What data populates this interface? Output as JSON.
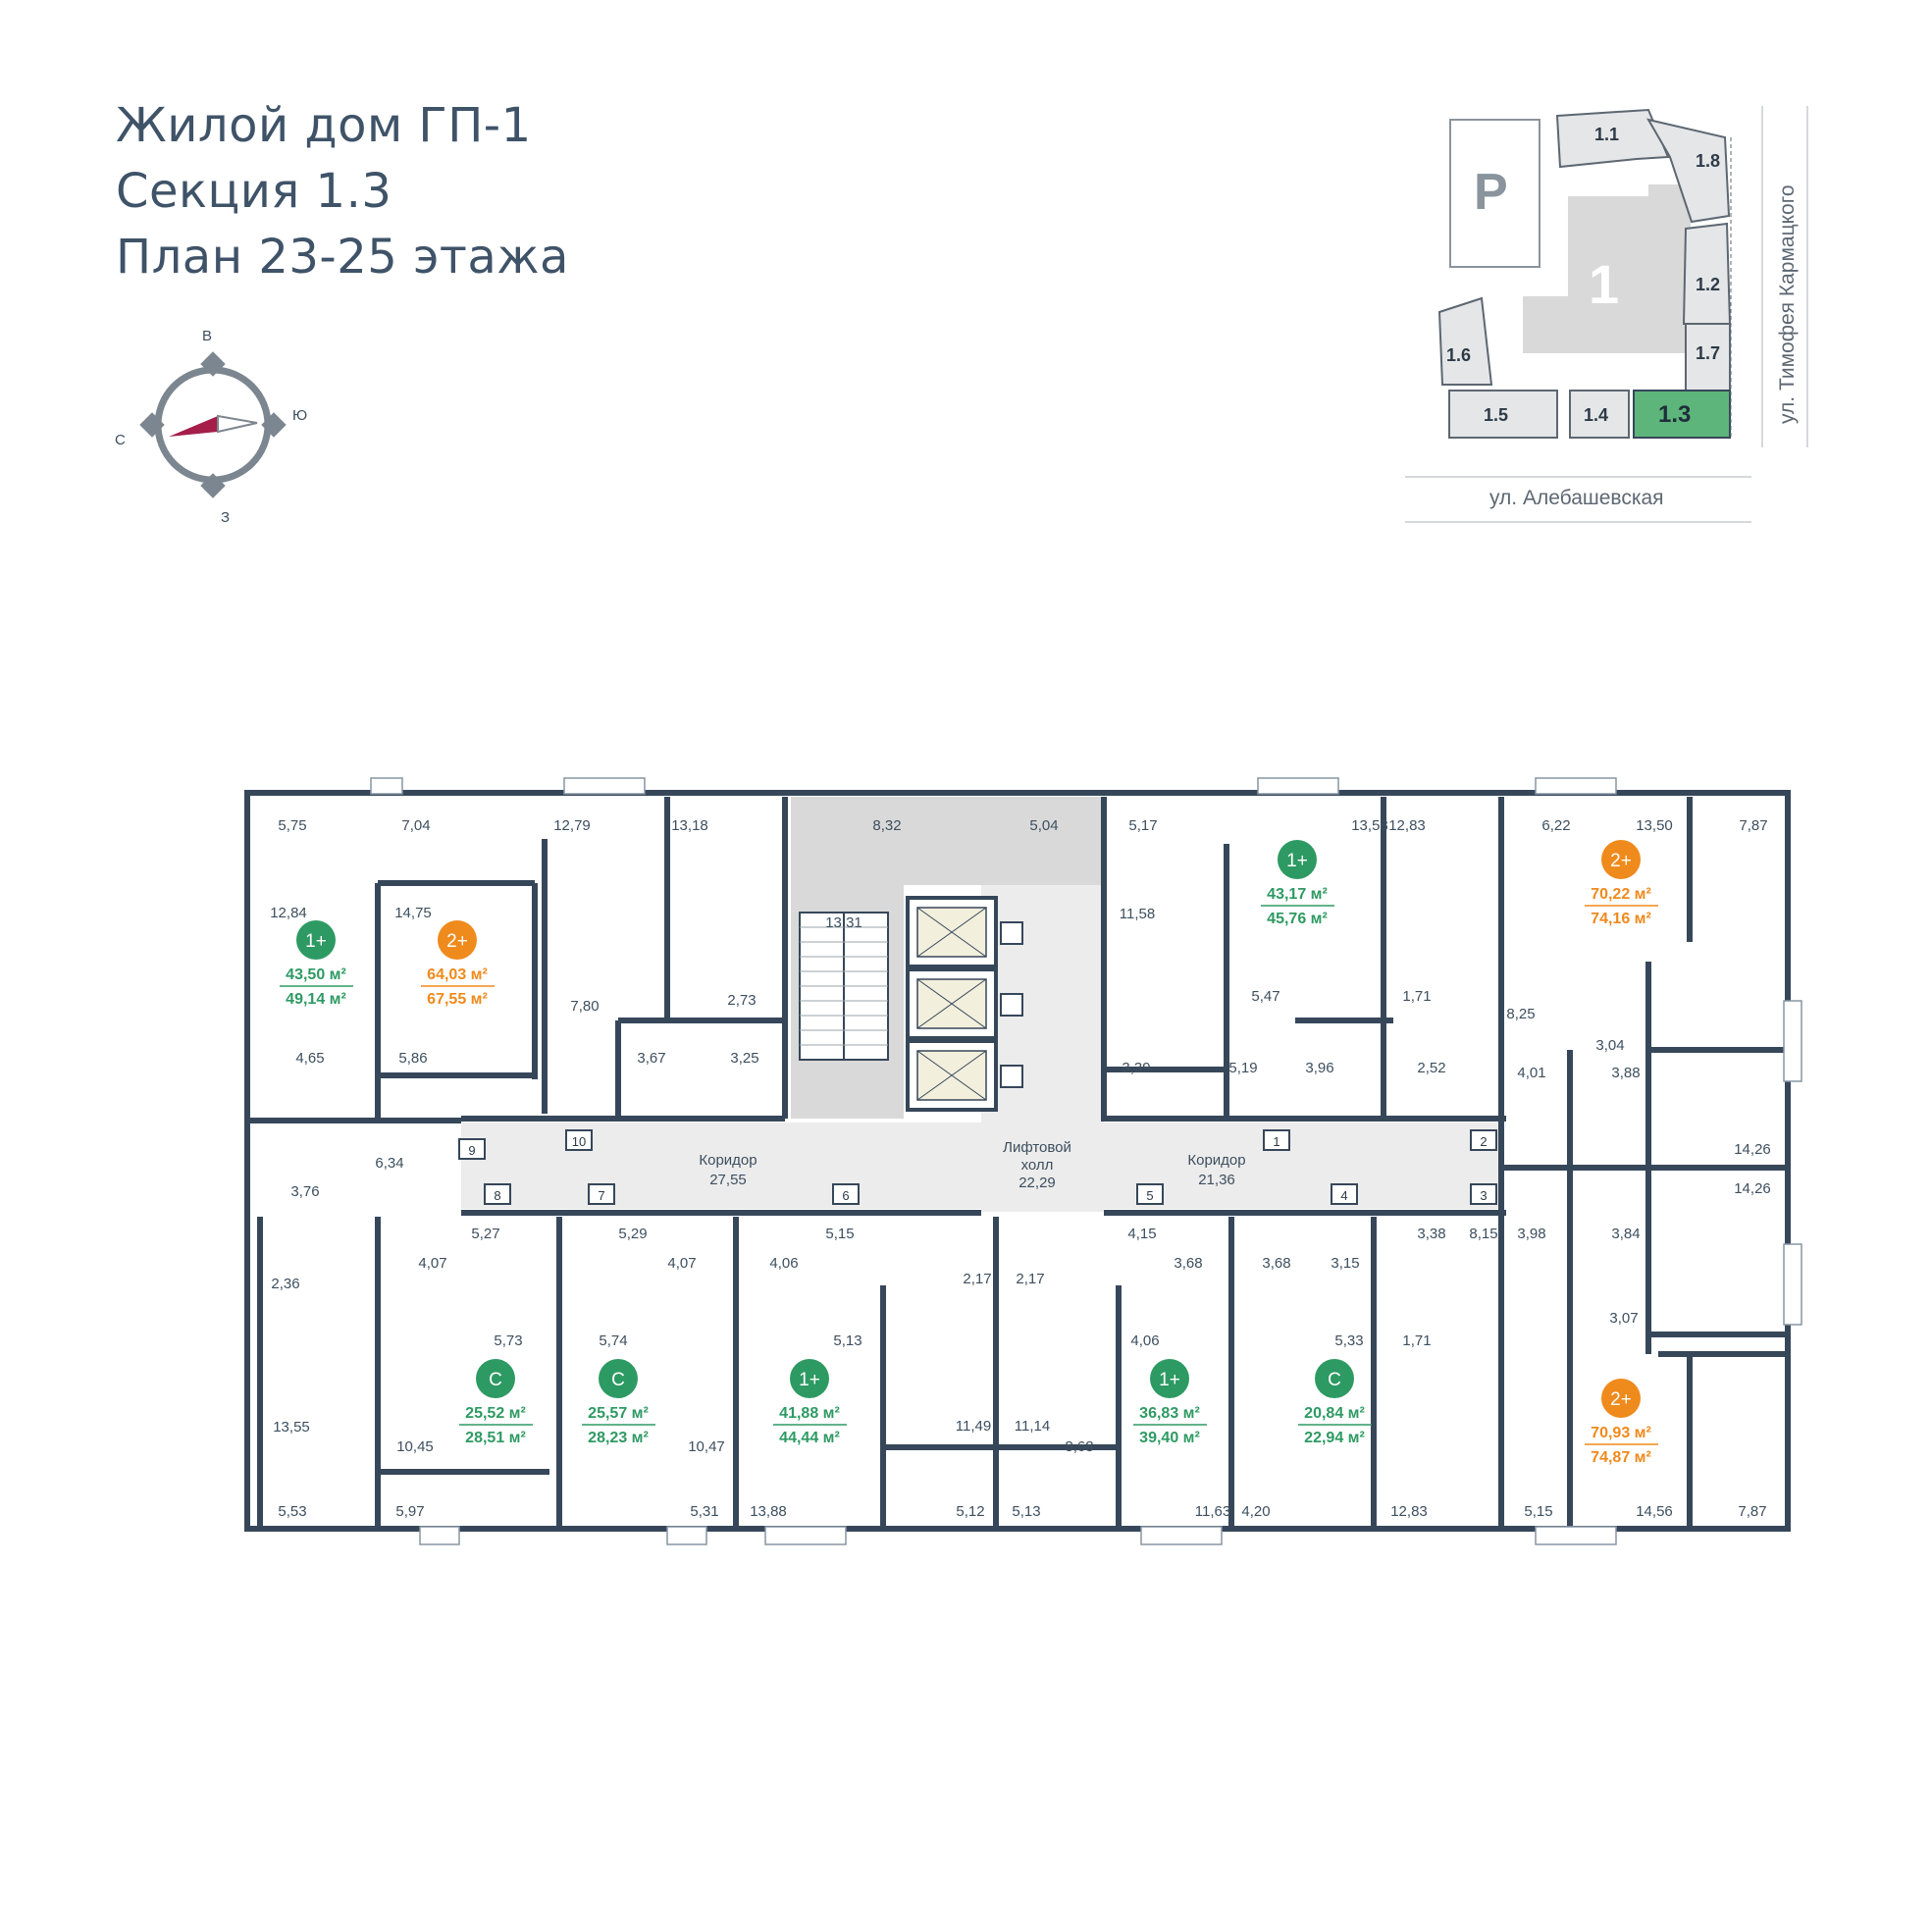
{
  "header": {
    "line1": "Жилой дом ГП-1",
    "line2": "Секция 1.3",
    "line3": "План 23-25 этажа"
  },
  "compass": {
    "north": "В",
    "east": "Ю",
    "south": "З",
    "west": "С"
  },
  "site_plan": {
    "parking": "P",
    "building": "1",
    "sections": [
      "1.1",
      "1.8",
      "1.2",
      "1.7",
      "1.6",
      "1.5",
      "1.4",
      "1.3"
    ],
    "active_section": "1.3",
    "street_bottom": "ул. Алебашевская",
    "street_right": "ул. Тимофея Кармацкого"
  },
  "colors": {
    "wall": "#37475a",
    "green": "#2e9a63",
    "orange": "#ef8a1c",
    "core": "#d9d9d9",
    "active": "#5db57b"
  },
  "apartments": [
    {
      "type": "1+",
      "color": "green",
      "area_living": "43,50 м²",
      "area_total": "49,14 м²"
    },
    {
      "type": "2+",
      "color": "orange",
      "area_living": "64,03 м²",
      "area_total": "67,55 м²"
    },
    {
      "type": "1+",
      "color": "green",
      "area_living": "43,17 м²",
      "area_total": "45,76 м²"
    },
    {
      "type": "2+",
      "color": "orange",
      "area_living": "70,22 м²",
      "area_total": "74,16 м²"
    },
    {
      "type": "С",
      "color": "green",
      "area_living": "25,52 м²",
      "area_total": "28,51 м²"
    },
    {
      "type": "С",
      "color": "green",
      "area_living": "25,57 м²",
      "area_total": "28,23 м²"
    },
    {
      "type": "1+",
      "color": "green",
      "area_living": "41,88 м²",
      "area_total": "44,44 м²"
    },
    {
      "type": "1+",
      "color": "green",
      "area_living": "36,83 м²",
      "area_total": "39,40 м²"
    },
    {
      "type": "С",
      "color": "green",
      "area_living": "20,84 м²",
      "area_total": "22,94 м²"
    },
    {
      "type": "2+",
      "color": "orange",
      "area_living": "70,93 м²",
      "area_total": "74,87 м²"
    }
  ],
  "common_areas": [
    {
      "name": "Коридор",
      "area": "27,55"
    },
    {
      "name": "Лифтовой холл",
      "area": "22,29"
    },
    {
      "name": "Коридор",
      "area": "21,36"
    }
  ],
  "door_numbers": [
    "1",
    "2",
    "3",
    "4",
    "5",
    "6",
    "7",
    "8",
    "9",
    "10"
  ],
  "room_areas": [
    "5,75",
    "7,04",
    "12,79",
    "13,18",
    "8,32",
    "5,04",
    "5,17",
    "13,58",
    "12,83",
    "6,22",
    "13,50",
    "7,87",
    "12,84",
    "14,75",
    "13,31",
    "11,58",
    "7,80",
    "2,73",
    "5,47",
    "1,71",
    "8,25",
    "4,65",
    "5,86",
    "3,67",
    "3,25",
    "3,39",
    "5,19",
    "3,96",
    "2,52",
    "4,01",
    "3,04",
    "3,88",
    "6,34",
    "14,26",
    "3,76",
    "14,26",
    "5,27",
    "5,29",
    "5,15",
    "4,15",
    "3,38",
    "8,15",
    "4,07",
    "4,07",
    "4,06",
    "3,68",
    "3,68",
    "3,15",
    "3,98",
    "3,84",
    "2,36",
    "2,17",
    "2,17",
    "5,73",
    "5,74",
    "5,13",
    "4,06",
    "5,33",
    "1,71",
    "3,07",
    "13,55",
    "11,49",
    "11,14",
    "10,45",
    "10,47",
    "8,68",
    "5,53",
    "5,97",
    "5,31",
    "13,88",
    "5,12",
    "5,13",
    "11,63",
    "4,20",
    "12,83",
    "5,15",
    "14,56",
    "7,87"
  ]
}
